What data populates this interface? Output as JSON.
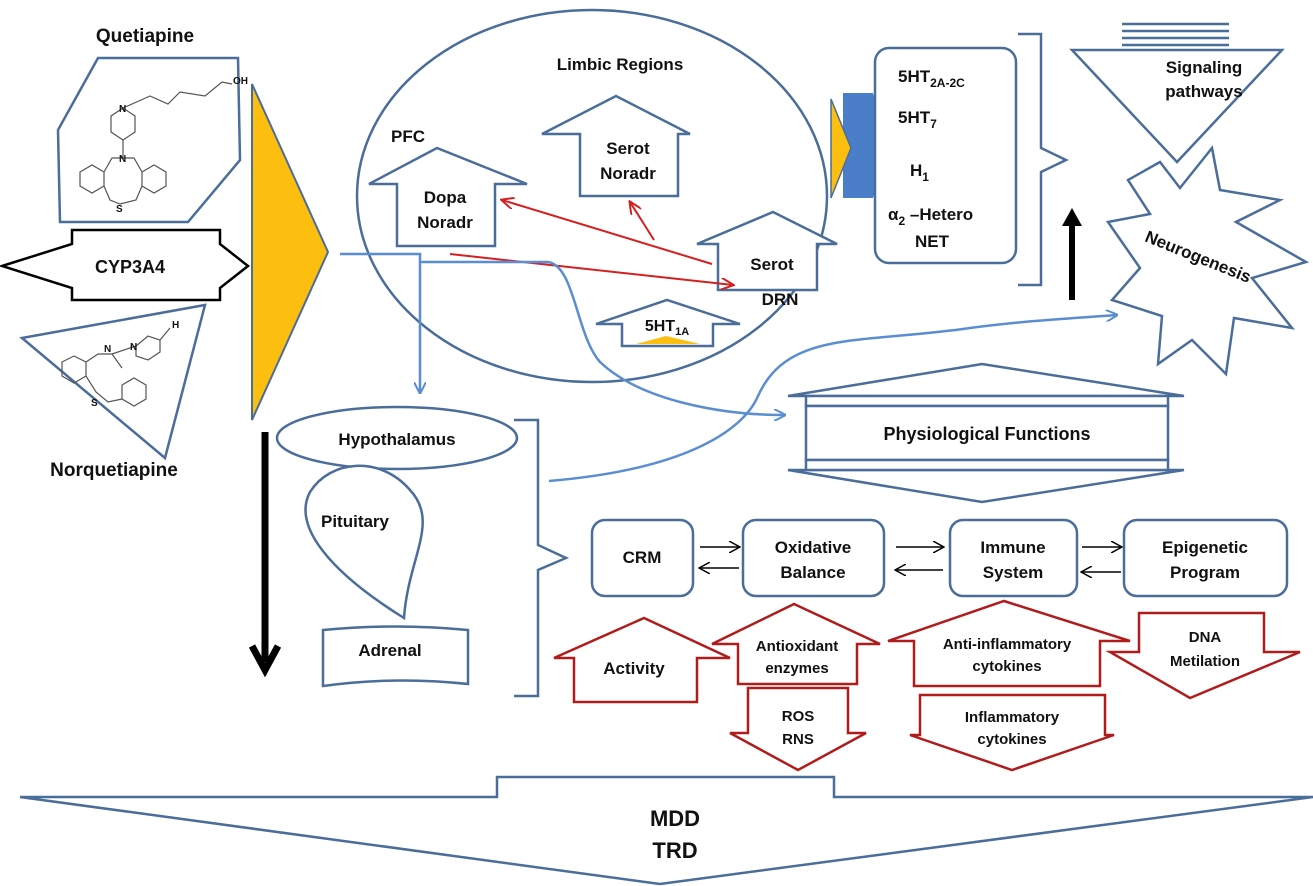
{
  "drugs": {
    "parent": "Quetiapine",
    "enzyme": "CYP3A4",
    "metabolite": "Norquetiapine",
    "parent_atoms": {
      "oh": "OH",
      "n1": "N",
      "n2": "N",
      "s": "S"
    },
    "metabolite_atoms": {
      "n1": "N",
      "n2": "N",
      "h": "H",
      "s": "S"
    }
  },
  "brain": {
    "title": "Limbic Regions",
    "pfc_label": "PFC",
    "pfc_arrow": [
      "Dopa",
      "Noradr"
    ],
    "limbic_arrow": [
      "Serot",
      "Noradr"
    ],
    "drn_arrow": "Serot",
    "drn_label": "DRN",
    "autoreceptor": {
      "base": "5HT",
      "sub": "1A"
    }
  },
  "receptors": {
    "r1": {
      "base": "5HT",
      "sub": "2A-2C"
    },
    "r2": {
      "base": "5HT",
      "sub": "7"
    },
    "r3": {
      "base": "H",
      "sub": "1"
    },
    "r4": {
      "base": "α",
      "sub": "2",
      "rest": " –Hetero"
    },
    "r5": "NET"
  },
  "signaling": [
    "Signaling",
    "pathways"
  ],
  "neurogenesis": "Neurogenesis",
  "physiological": "Physiological Functions",
  "hpa": {
    "hypothalamus": "Hypothalamus",
    "pituitary": "Pituitary",
    "adrenal": "Adrenal"
  },
  "cascade": {
    "crm": "CRM",
    "oxidative": [
      "Oxidative",
      "Balance"
    ],
    "immune": [
      "Immune",
      "System"
    ],
    "epigenetic": [
      "Epigenetic",
      "Program"
    ]
  },
  "effects": {
    "activity": "Activity",
    "antioxidant": [
      "Antioxidant",
      "enzymes"
    ],
    "ros": [
      "ROS",
      "RNS"
    ],
    "anti_inflammatory": [
      "Anti-inflammatory",
      "cytokines"
    ],
    "inflammatory": [
      "Inflammatory",
      "cytokines"
    ],
    "dna": [
      "DNA",
      "Metilation"
    ]
  },
  "outcome": [
    "MDD",
    "TRD"
  ],
  "colors": {
    "outline_blue": "#4a6d9a",
    "connector_blue": "#5b8ed0",
    "red_outline": "#b01c1c",
    "red_arrow": "#d42020",
    "gold": "#fdbf0f",
    "black": "#000000"
  }
}
